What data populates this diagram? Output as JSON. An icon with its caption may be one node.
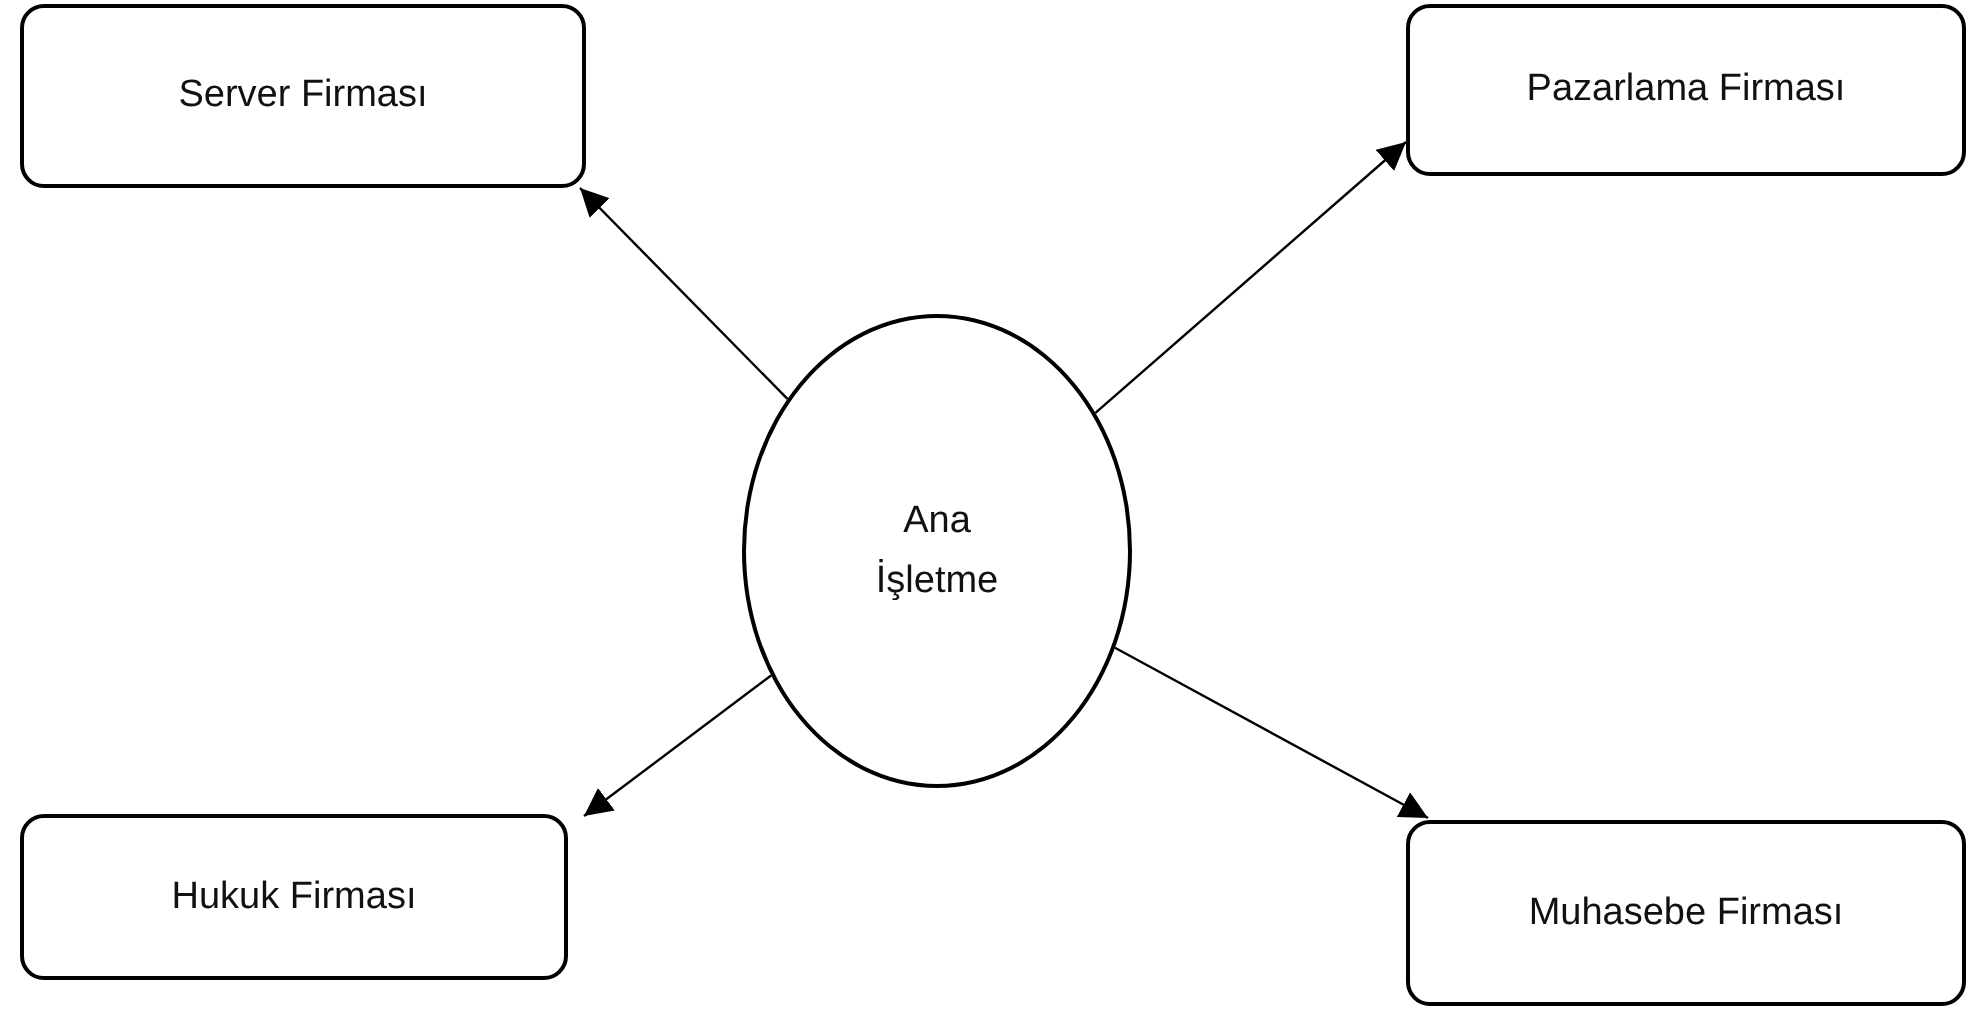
{
  "diagram": {
    "nodes": [
      {
        "text": [
          "Server Firması"
        ]
      },
      {
        "text": [
          "Pazarlama Firması"
        ]
      },
      {
        "text": [
          "Ana İşletme"
        ]
      },
      {
        "text": [
          "Hukuk Firması"
        ]
      },
      {
        "text": [
          "Muhasebe Firması"
        ]
      }
    ],
    "edges": [
      {
        "from": 2,
        "to": 0,
        "arrow": "to"
      },
      {
        "from": 2,
        "to": 1,
        "arrow": "to"
      },
      {
        "from": 2,
        "to": 3,
        "arrow": "to"
      },
      {
        "from": 2,
        "to": 4,
        "arrow": "to"
      }
    ]
  }
}
